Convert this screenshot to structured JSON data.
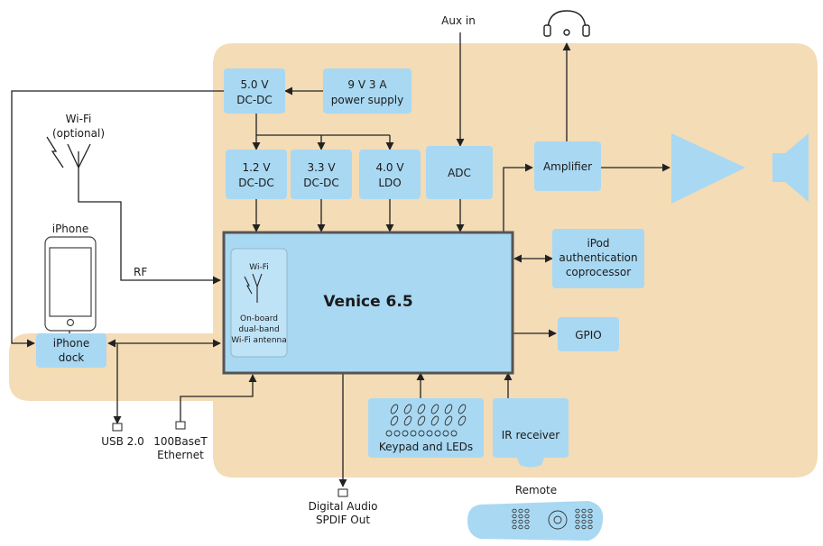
{
  "labels": {
    "aux_in": "Aux in",
    "wifi_ext_line1": "Wi-Fi",
    "wifi_ext_line2": "(optional)",
    "iphone": "iPhone",
    "rf": "RF",
    "usb": "USB 2.0",
    "ethernet_line1": "100BaseT",
    "ethernet_line2": "Ethernet",
    "spdif_line1": "Digital Audio",
    "spdif_line2": "SPDIF Out",
    "remote": "Remote"
  },
  "blocks": {
    "dc5_line1": "5.0 V",
    "dc5_line2": "DC-DC",
    "psu_line1": "9 V 3 A",
    "psu_line2": "power supply",
    "dc12_line1": "1.2 V",
    "dc12_line2": "DC-DC",
    "dc33_line1": "3.3 V",
    "dc33_line2": "DC-DC",
    "ldo_line1": "4.0 V",
    "ldo_line2": "LDO",
    "adc": "ADC",
    "amplifier": "Amplifier",
    "ipod_line1": "iPod",
    "ipod_line2": "authentication",
    "ipod_line3": "coprocessor",
    "gpio": "GPIO",
    "dock_line1": "iPhone",
    "dock_line2": "dock",
    "keypad": "Keypad and LEDs",
    "ir": "IR receiver",
    "soc_title": "Venice 6.5",
    "onboard_wifi": "Wi-Fi",
    "onboard_line1": "On-board",
    "onboard_line2": "dual-band",
    "onboard_line3": "Wi-Fi antenna"
  },
  "colors": {
    "background_region": "#f3dcb6",
    "block_fill": "#a9d8f2",
    "soc_border": "#555555",
    "wire": "#222222"
  },
  "icons": [
    "headphones-icon",
    "wifi-antenna-icon",
    "iphone-icon",
    "speaker-icon",
    "amplifier-triangle-icon",
    "remote-icon",
    "port-icon"
  ]
}
